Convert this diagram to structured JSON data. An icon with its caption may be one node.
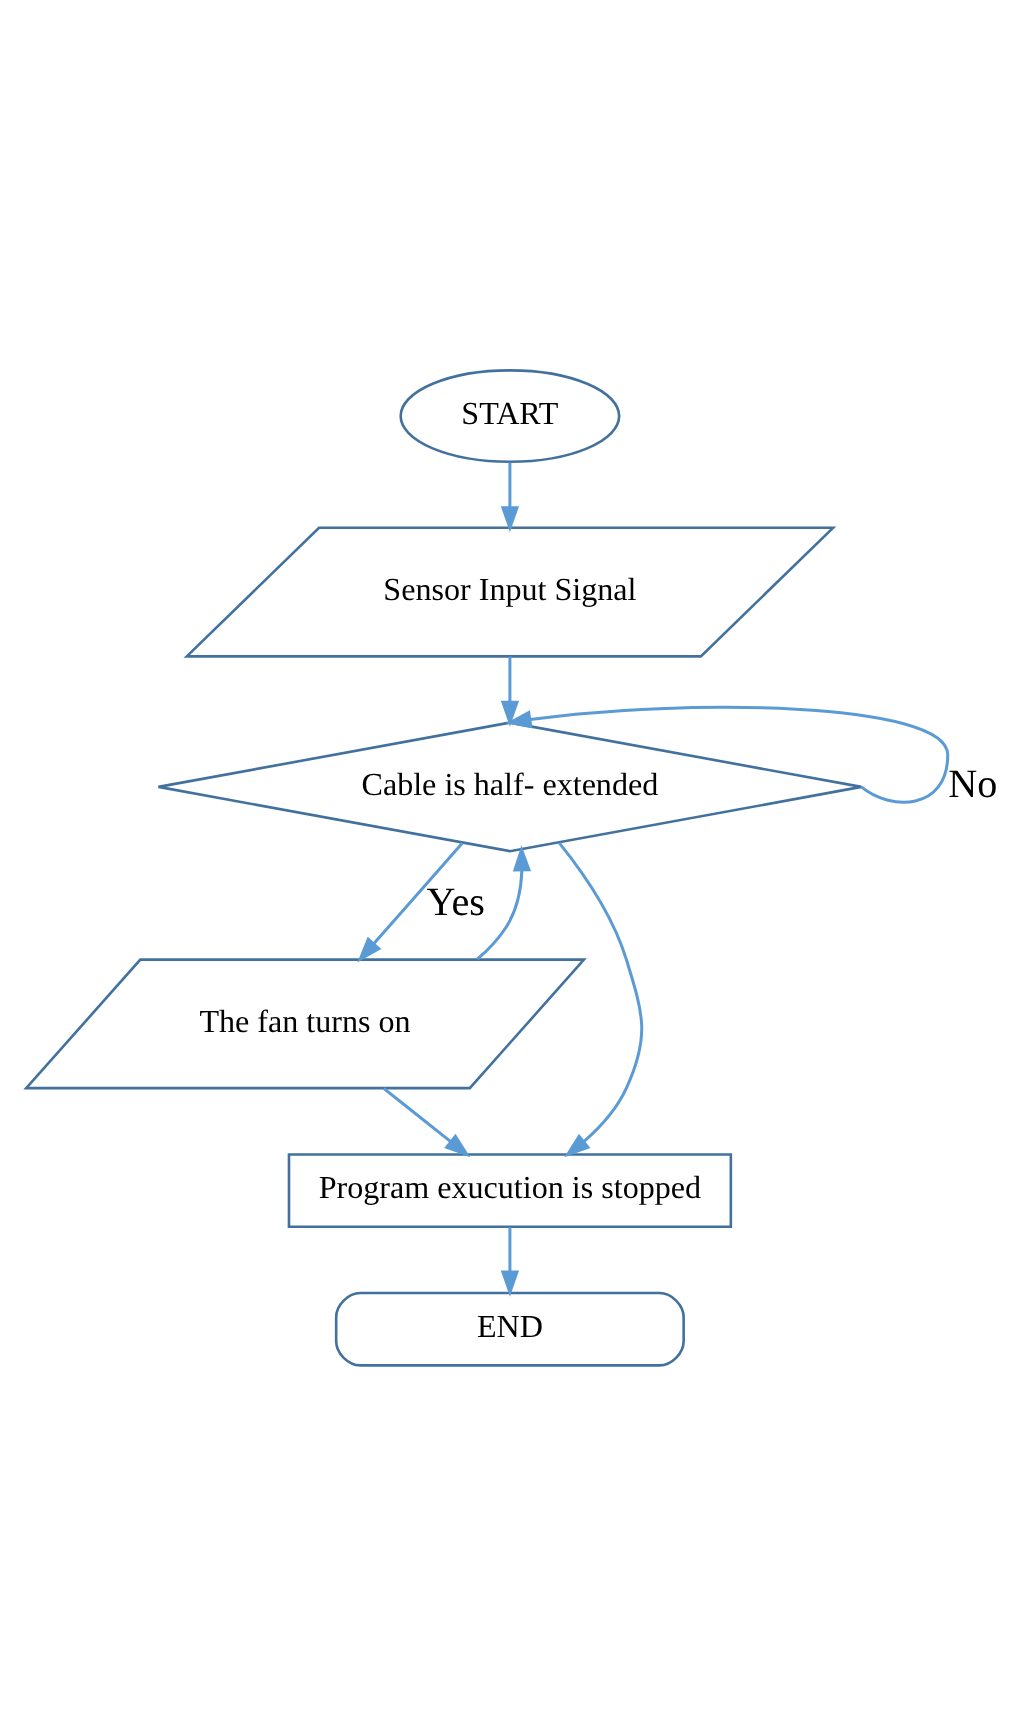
{
  "diagram": {
    "nodes": [
      {
        "text": [
          "START"
        ]
      },
      {
        "text": [
          "Sensor Input Signal"
        ]
      },
      {
        "text": [
          "Cable is half- extended"
        ]
      },
      {
        "text": [
          "The fan turns on"
        ]
      },
      {
        "text": [
          "Program exucution is stopped"
        ]
      },
      {
        "text": [
          "END"
        ]
      }
    ],
    "edges": [
      {
        "from": 0,
        "to": 1,
        "arrow": "to"
      },
      {
        "from": 1,
        "to": 2,
        "arrow": "to"
      },
      {
        "from": 2,
        "to": 3,
        "arrow": "to",
        "label": "Yes"
      },
      {
        "from": 2,
        "to": 2,
        "arrow": "to",
        "label": "No"
      },
      {
        "from": 2,
        "to": 4,
        "arrow": "to"
      },
      {
        "from": 3,
        "to": 2,
        "arrow": "to"
      },
      {
        "from": 3,
        "to": 4,
        "arrow": "to"
      },
      {
        "from": 4,
        "to": 5,
        "arrow": "to"
      }
    ]
  }
}
